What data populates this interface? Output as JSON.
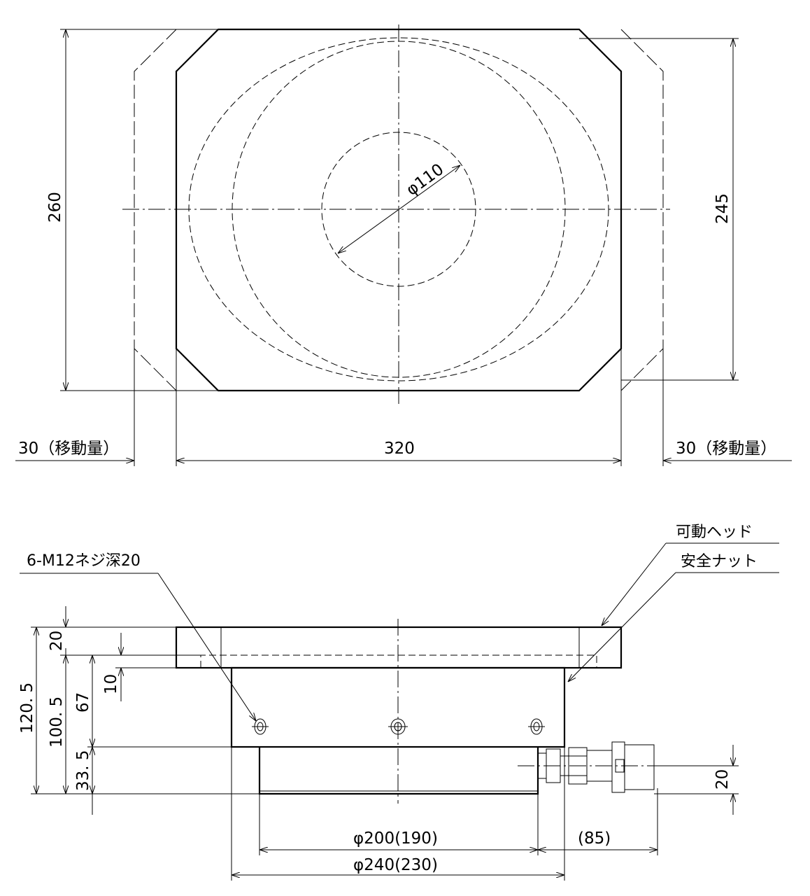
{
  "top_view": {
    "dim_height_left": "260",
    "dim_height_right": "245",
    "dim_width": "320",
    "dim_travel_left": "30（移動量）",
    "dim_travel_right": "30（移動量）",
    "dim_inner_diameter": "φ110"
  },
  "side_view": {
    "label_thread": "6-M12ネジ深20",
    "label_movable_head": "可動ヘッド",
    "label_safety_nut": "安全ナット",
    "dim_head_height": "20",
    "dim_total_height": "120. 5",
    "dim_body_height": "100. 5",
    "dim_upper_body": "67",
    "dim_step": "10",
    "dim_base": "33. 5",
    "dim_coupler_height": "20",
    "dim_bottom_diameter": "φ200(190)",
    "dim_body_diameter": "φ240(230)",
    "dim_coupler_length": "(85)"
  }
}
